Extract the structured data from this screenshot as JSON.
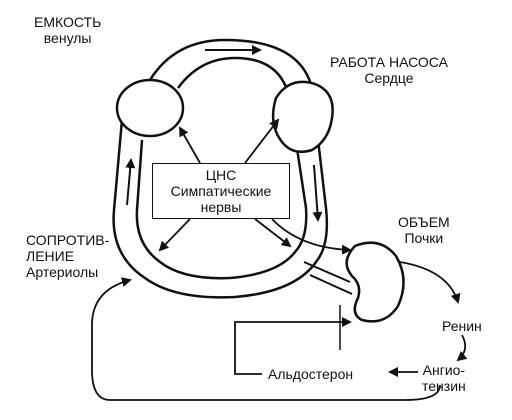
{
  "labels": {
    "capacity_title": "ЕМКОСТЬ",
    "capacity_sub": "венулы",
    "pump_title": "РАБОТА НАСОСА",
    "pump_sub": "Сердце",
    "cns_line1": "ЦНС",
    "cns_line2": "Симпатические",
    "cns_line3": "нервы",
    "volume_title": "ОБЪЕМ",
    "volume_sub": "Почки",
    "resistance_line1": "СОПРОТИВ-",
    "resistance_line2": "ЛЕНИЕ",
    "resistance_sub": "Артериолы",
    "renin": "Ренин",
    "angio_line1": "Ангио-",
    "angio_line2": "тензин",
    "aldosterone": "Альдостерон"
  },
  "colors": {
    "ink": "#111111",
    "paper": "#ffffff"
  }
}
